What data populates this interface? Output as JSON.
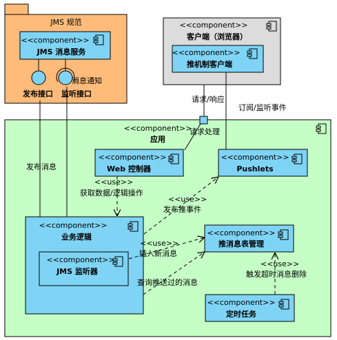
{
  "packages": {
    "jms": {
      "title": "JMS 规范"
    },
    "app": {
      "title": "应用"
    }
  },
  "components": {
    "stereotype": "<<component>>",
    "jms_service": {
      "name": "JMS 消息服务"
    },
    "client": {
      "name": "客户端（浏览器）"
    },
    "push_client": {
      "name": "推机制客户端"
    },
    "web_controller": {
      "name": "Web 控制器"
    },
    "pushlets": {
      "name": "Pushlets"
    },
    "business_logic": {
      "name": "业务逻辑"
    },
    "jms_listener": {
      "name": "JMS 监听器"
    },
    "push_msg_mgmt": {
      "name": "推消息表管理"
    },
    "timer_task": {
      "name": "定时任务"
    }
  },
  "interfaces": {
    "publish": "发布接口",
    "listen": "监听接口"
  },
  "edge_labels": {
    "msg_notify": "消息通知",
    "request_response": "请求/响应",
    "subscribe_listen": "订阅/监听事件",
    "request_handle": "请求处理",
    "publish_msg": "发布消息",
    "use": "<<use>>",
    "get_data": "获取数据/逻辑操作",
    "publish_push": "发布推事件",
    "insert_msg": "插入新消息",
    "query_pushed": "查询推送过的消息",
    "trigger_delete": "触发超时消息删除"
  },
  "colors": {
    "jms_package_fill": "#FFBB7A",
    "app_package_fill": "#C6FFC6",
    "client_fill": "#DCDCDC",
    "component_fill": "#7FD4F5",
    "border": "#000000"
  }
}
